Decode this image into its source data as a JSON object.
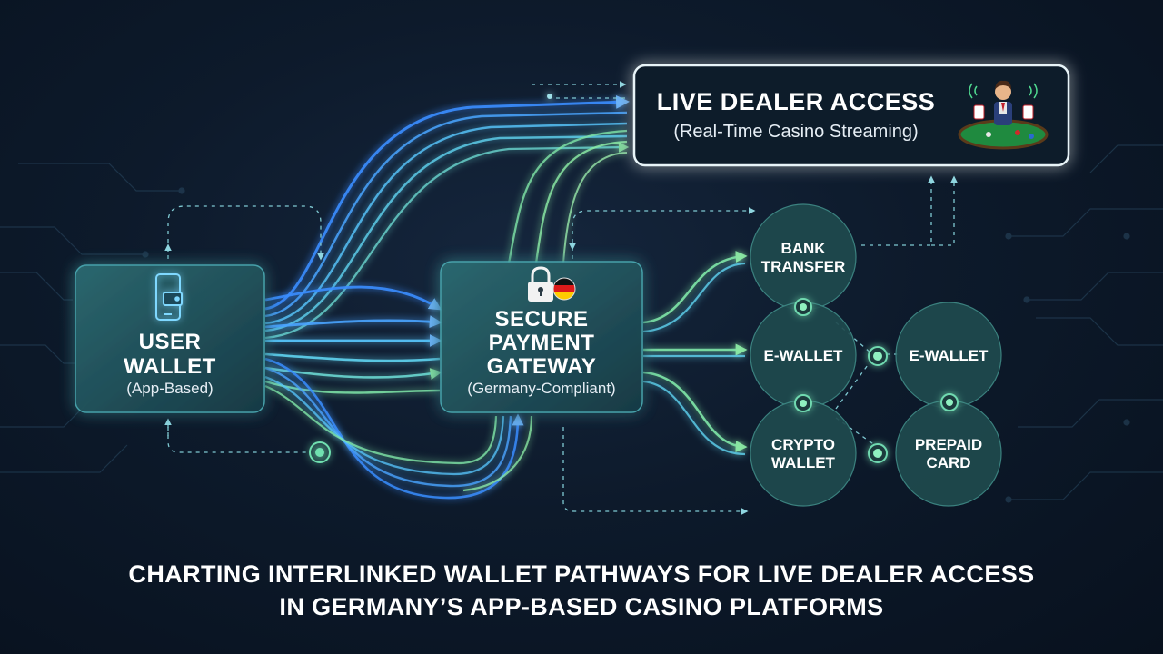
{
  "user_wallet": {
    "title_line1": "USER",
    "title_line2": "WALLET",
    "subtitle": "(App-Based)",
    "icon": "smartphone-wallet-icon"
  },
  "gateway": {
    "title_line1": "SECURE",
    "title_line2": "PAYMENT",
    "title_line3": "GATEWAY",
    "subtitle": "(Germany-Compliant)",
    "icons": [
      "padlock-icon",
      "germany-flag-icon"
    ]
  },
  "live_dealer": {
    "title": "LIVE DEALER ACCESS",
    "subtitle": "(Real-Time Casino Streaming)",
    "icon": "casino-dealer-table-icon"
  },
  "payment_nodes": [
    {
      "id": "bank",
      "line1": "BANK",
      "line2": "TRANSFER"
    },
    {
      "id": "ewallet-1",
      "line1": "E-WALLET",
      "line2": ""
    },
    {
      "id": "crypto",
      "line1": "CRYPTO",
      "line2": "WALLET"
    },
    {
      "id": "ewallet-2",
      "line1": "E-WALLET",
      "line2": ""
    },
    {
      "id": "prepaid",
      "line1": "PREPAID",
      "line2": "CARD"
    }
  ],
  "caption": {
    "line1": "CHARTING INTERLINKED WALLET PATHWAYS FOR LIVE DEALER ACCESS",
    "line2": "IN GERMANY’S APP-BASED CASINO PLATFORMS"
  },
  "colors": {
    "accent_cyan": "#5fd3f0",
    "accent_blue": "#3a8dff",
    "accent_green": "#7fe6a8",
    "node_fill": "#1f4a4e",
    "box_fill": "#215059"
  }
}
